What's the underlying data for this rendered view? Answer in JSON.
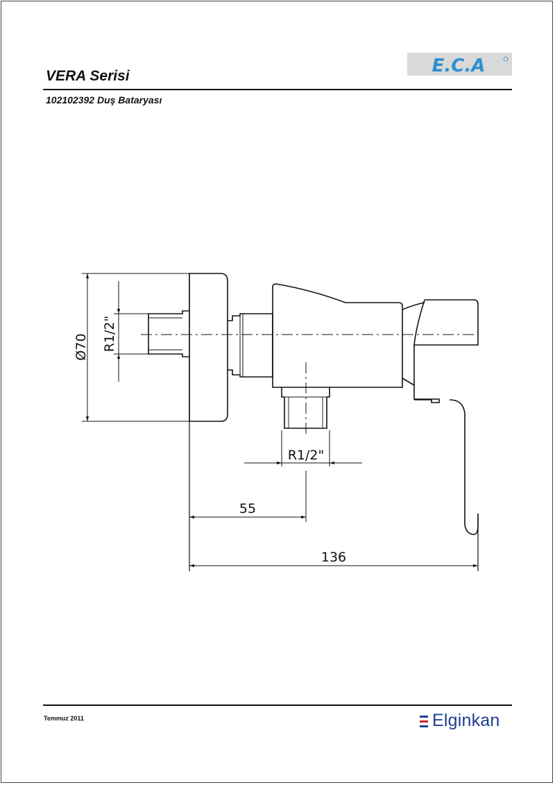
{
  "header": {
    "series_title": "VERA Serisi",
    "product_title": "102102392 Duş Bataryası",
    "logo_text": "E.C.A"
  },
  "drawing": {
    "dimensions": {
      "diameter": "Ø70",
      "thread_left": "R1/2\"",
      "thread_bottom": "R1/2\"",
      "offset": "55",
      "total_width": "136"
    }
  },
  "footer": {
    "date": "Temmuz 2011",
    "brand": "Elginkan"
  },
  "colors": {
    "brand_blue": "#1d3f8f",
    "brand_red": "#d0202a",
    "logo_blue": "#2d8fd0",
    "logo_bg": "#d9d9d9"
  }
}
